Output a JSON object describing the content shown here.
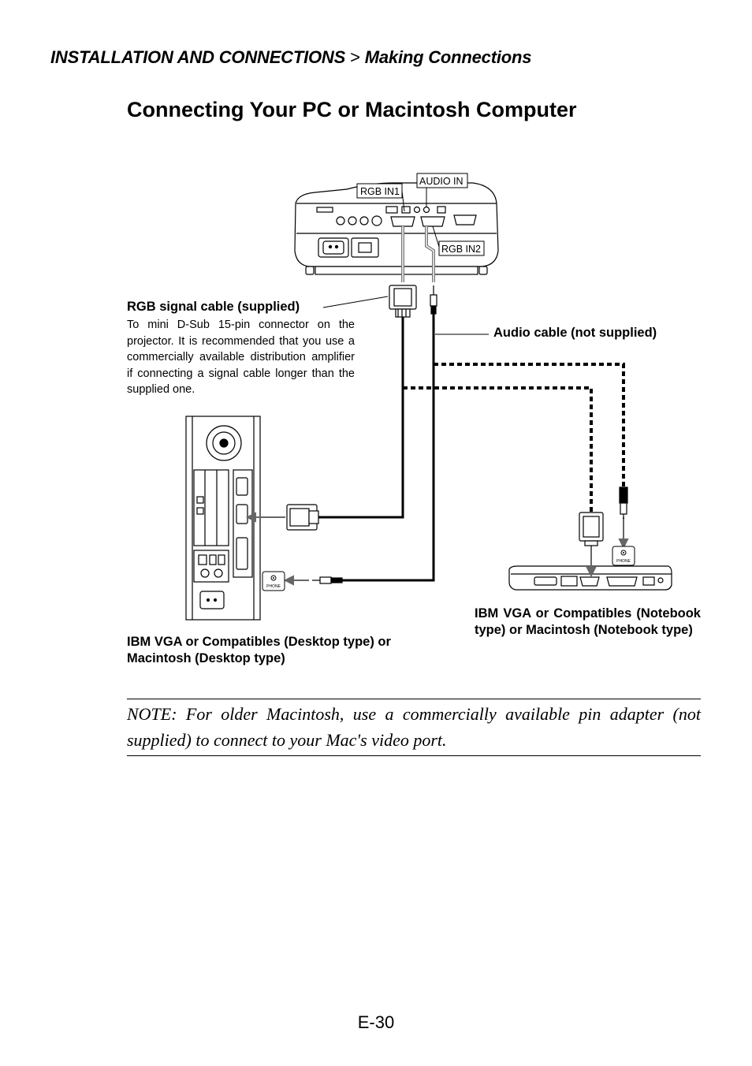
{
  "header": {
    "section": "INSTALLATION AND CONNECTIONS",
    "separator": ">",
    "subsection": "Making Connections"
  },
  "page_title": "Connecting Your PC or Macintosh Computer",
  "diagram": {
    "projector_port_labels": {
      "rgb_in1": "RGB IN1",
      "audio_in": "AUDIO IN",
      "rgb_in2": "RGB IN2"
    },
    "phone_label": "PHONE"
  },
  "rgb_cable": {
    "heading": "RGB signal cable (supplied)",
    "description": "To mini D-Sub 15-pin connector on the projector. It is recommended that you use a commercially available distribution amplifier if connecting a signal cable longer than the supplied one."
  },
  "audio_cable": {
    "label": "Audio cable (not supplied)"
  },
  "captions": {
    "desktop": "IBM VGA or Compatibles (Desktop type) or Macintosh (Desktop type)",
    "notebook": "IBM VGA or Compatibles (Notebook type) or Macintosh (Notebook type)"
  },
  "note": "NOTE: For older Macintosh, use a commercially available pin adapter (not supplied) to connect to your Mac's video port.",
  "page_number": "E-30"
}
